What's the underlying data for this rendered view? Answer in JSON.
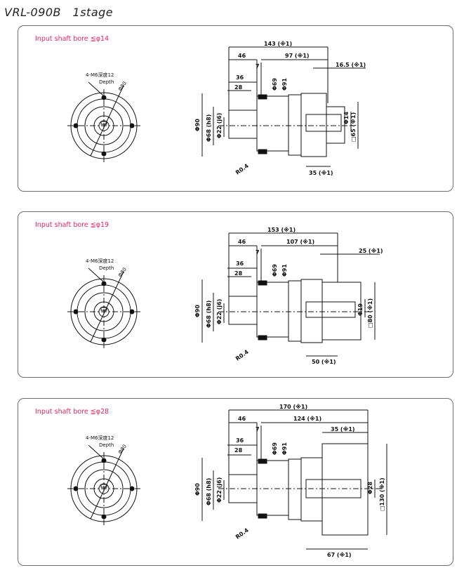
{
  "title": "VRL-090B　1stage",
  "panels": [
    {
      "label": "Input shaft bore ≦φ14",
      "side": {
        "bolt_note": "4-M6深度12",
        "depth": "Depth",
        "pcd": "Φ80"
      },
      "dims": {
        "total": "143 (※1)",
        "d46": "46",
        "d97": "97 (※1)",
        "d7": "7",
        "d165": "16.5 (※1)",
        "d36": "36",
        "d28": "28",
        "phi69": "Φ69",
        "phi91": "Φ91",
        "phi90": "Φ90",
        "phi68": "Φ68 (h8)",
        "phi22": "Φ22 (j6)",
        "phi14": "Φ14",
        "sq": "□65 (※1)",
        "bottom": "35 (※1)",
        "r": "R0.4"
      }
    },
    {
      "label": "Input shaft bore ≦φ19",
      "side": {
        "bolt_note": "4-M6深度12",
        "depth": "Depth",
        "pcd": "Φ80"
      },
      "dims": {
        "total": "153 (※1)",
        "d46": "46",
        "d97": "107 (※1)",
        "d7": "7",
        "d165": "25 (※1)",
        "d36": "36",
        "d28": "28",
        "phi69": "Φ69",
        "phi91": "Φ91",
        "phi90": "Φ90",
        "phi68": "Φ68 (h8)",
        "phi22": "Φ22 (j6)",
        "phi14": "Φ19",
        "sq": "□80 (※1)",
        "bottom": "50 (※1)",
        "r": "R0.4"
      }
    },
    {
      "label": "Input shaft bore ≦φ28",
      "side": {
        "bolt_note": "4-M6深度12",
        "depth": "Depth",
        "pcd": "Φ80"
      },
      "dims": {
        "total": "170 (※1)",
        "d46": "46",
        "d97": "124 (※1)",
        "d7": "7",
        "d165": "35 (※1)",
        "d36": "36",
        "d28": "28",
        "phi69": "Φ69",
        "phi91": "Φ91",
        "phi90": "Φ90",
        "phi68": "Φ68 (h8)",
        "phi22": "Φ22 (j6)",
        "phi14": "Φ28",
        "sq": "□130 (※1)",
        "bottom": "67 (※1)",
        "r": "R0.4"
      }
    }
  ]
}
